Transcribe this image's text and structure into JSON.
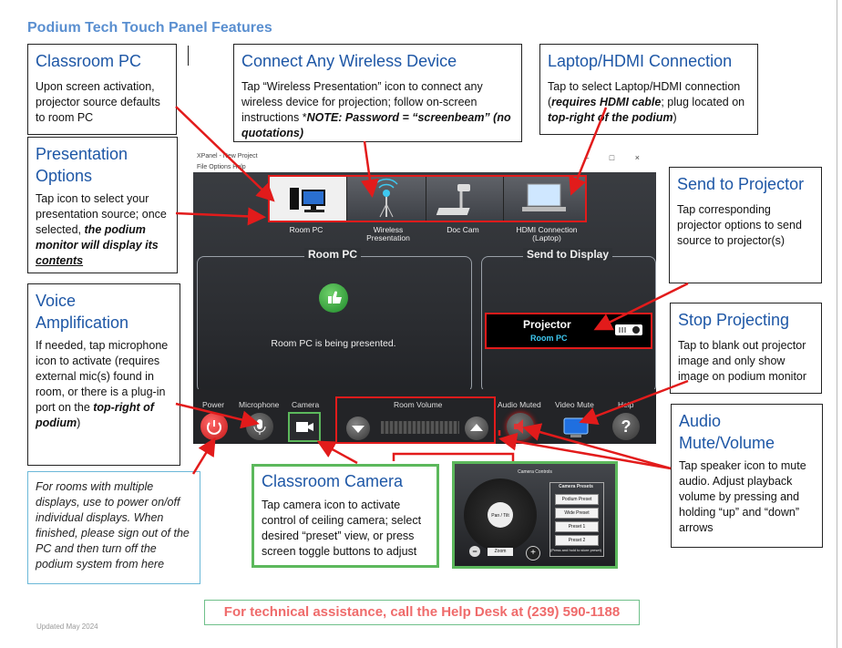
{
  "page_title": "Podium Tech Touch Panel Features",
  "callouts": {
    "classroom_pc": {
      "heading": "Classroom PC",
      "body": "Upon screen activation, projector source defaults to room PC"
    },
    "wireless": {
      "heading": "Connect Any Wireless Device",
      "body_plain": "Tap “Wireless Presentation” icon to connect any wireless device for projection; follow on-screen instructions *",
      "body_note": "NOTE: Password = “screenbeam” (no quotations)"
    },
    "hdmi": {
      "heading": "Laptop/HDMI Connection",
      "body_plain": "Tap to select Laptop/HDMI connection (",
      "body_em1": "requires HDMI cable",
      "body_mid": "; plug located on ",
      "body_em2": "top-right of the podium",
      "body_end": ")"
    },
    "presentation": {
      "heading": "Presentation Options",
      "body_plain": "Tap icon to select your presentation source; once selected, ",
      "body_em": "the podium monitor will display its ",
      "body_em_u": "contents"
    },
    "send": {
      "heading": "Send to Projector",
      "body": "Tap corresponding projector options to send source to projector(s)"
    },
    "stop": {
      "heading": "Stop Projecting",
      "body": "Tap to blank out projector image and only show image on podium monitor"
    },
    "voice": {
      "heading": "Voice Amplification",
      "body_plain": "If needed, tap microphone icon to activate (requires external mic(s) found in room, or there is a plug-in port on the ",
      "body_em": "top-right of podium",
      "body_end": ")"
    },
    "audio": {
      "heading": "Audio Mute/Volume",
      "body": "Tap speaker icon to mute audio. Adjust playback volume by pressing and holding “up” and “down” arrows"
    },
    "camera": {
      "heading": "Classroom Camera",
      "body": "Tap camera icon to activate control of ceiling camera; select desired “preset” view, or press screen toggle buttons to adjust"
    },
    "power_note": "For rooms with multiple displays, use to power on/off individual displays. When finished, please sign out of the PC and then turn off the podium system from here"
  },
  "panel": {
    "window_title": "XPanel - New Project",
    "menu": "File   Options   Help",
    "controls": "– □ ×",
    "sources": [
      "Room PC",
      "Wireless Presentation",
      "Doc Cam",
      "HDMI Connection (Laptop)"
    ],
    "left_title": "Room PC",
    "right_title": "Send to Display",
    "status": "Room PC is being presented.",
    "projector_label": "Projector",
    "projector_source": "Room PC",
    "bottom_labels": [
      "Power",
      "Microphone",
      "Camera",
      "Room Volume",
      "Audio Muted",
      "Video Mute",
      "Help"
    ],
    "colors": {
      "accent_red": "#e21b1b",
      "green_active": "#2e9e3a",
      "source_cyan": "#3ec8f0"
    }
  },
  "camera_panel": {
    "title": "Camera Controls",
    "presets_title": "Camera Presets",
    "presets": [
      "Podium Preset",
      "Wide Preset",
      "Preset 1",
      "Preset 2"
    ],
    "presets_hint": "(Press and hold to store preset)",
    "center": "Pan / Tilt",
    "zoom": "Zoom"
  },
  "footer": "For technical assistance, call the Help Desk at (239) 590-1188",
  "updated": "Updated May 2024"
}
